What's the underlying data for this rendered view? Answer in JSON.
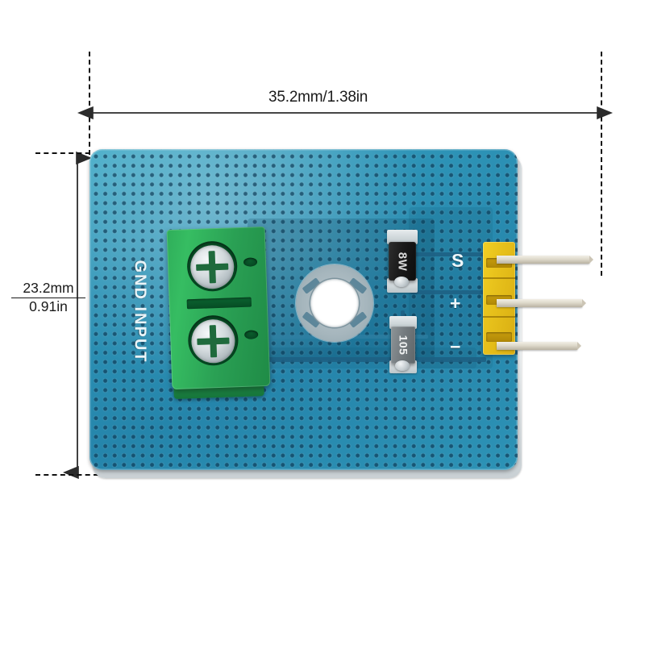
{
  "figure": {
    "type": "product-dimension-diagram",
    "subject": "pcb-sensor-module",
    "background_color": "#ffffff"
  },
  "dimensions": {
    "width": {
      "label": "35.2mm/1.38in",
      "mm": "35.2mm",
      "inch": "1.38in",
      "orientation": "horizontal"
    },
    "height": {
      "mm": "23.2mm",
      "inch": "0.91in",
      "label": "23.2mm 0.91in",
      "orientation": "vertical"
    },
    "line_color": "#111111"
  },
  "board": {
    "color": "#2d93b6",
    "silkscreen": {
      "terminal_label": "GND INPUT",
      "pin_labels": [
        {
          "name": "signal",
          "text": "S"
        },
        {
          "name": "power",
          "text": "+"
        },
        {
          "name": "ground",
          "text": "−"
        }
      ]
    },
    "components": [
      {
        "name": "screw-terminal-block",
        "color": "#2aa054",
        "positions": 2,
        "type": "green-2-pin-screw-terminal"
      },
      {
        "name": "pin-header",
        "color": "#e8c21c",
        "pins": 3,
        "type": "yellow-3-pin-male-header"
      },
      {
        "name": "smd-diode",
        "marking": "8W",
        "color": "#1a1a1a",
        "type": "sod-123-diode"
      },
      {
        "name": "smd-capacitor",
        "marking": "105",
        "color": "#757c80",
        "type": "0805-capacitor"
      },
      {
        "name": "mounting-hole",
        "type": "through-hole-pad"
      }
    ]
  }
}
